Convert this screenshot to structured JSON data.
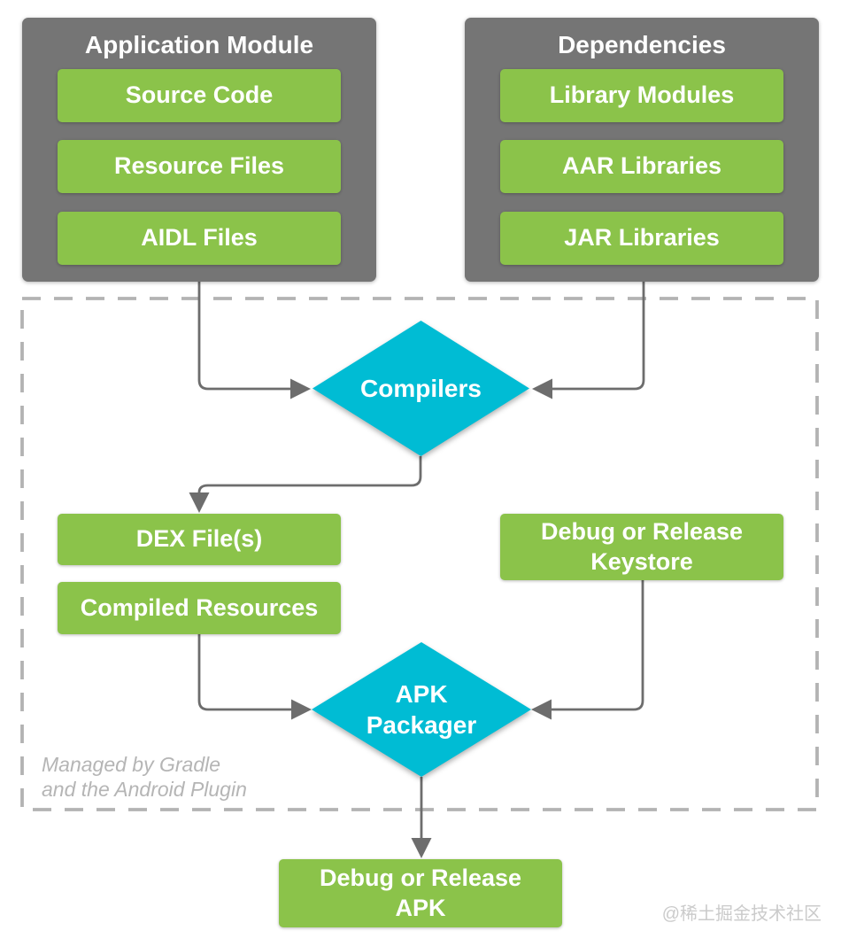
{
  "groups": {
    "app_module": {
      "title": "Application Module",
      "items": [
        "Source Code",
        "Resource Files",
        "AIDL Files"
      ]
    },
    "dependencies": {
      "title": "Dependencies",
      "items": [
        "Library Modules",
        "AAR Libraries",
        "JAR Libraries"
      ]
    }
  },
  "nodes": {
    "compilers": {
      "lines": [
        "Compilers"
      ]
    },
    "dex": {
      "lines": [
        "DEX File(s)"
      ]
    },
    "compiled_resources": {
      "lines": [
        "Compiled Resources"
      ]
    },
    "keystore": {
      "lines": [
        "Debug or Release",
        "Keystore"
      ]
    },
    "apk_packager": {
      "lines": [
        "APK",
        "Packager"
      ]
    },
    "apk": {
      "lines": [
        "Debug or Release",
        "APK"
      ]
    }
  },
  "annotations": {
    "managed_note": {
      "lines": [
        "Managed by Gradle",
        "and the Android Plugin"
      ]
    },
    "watermark": "@稀土掘金技术社区"
  },
  "colors": {
    "node_green": "#8BC34A",
    "group_gray": "#757575",
    "diamond_cyan": "#00BCD4",
    "connector_gray": "#6d6d6d",
    "dashed_border_gray": "#b3b3b3",
    "note_text_gray": "#b5b5b5",
    "watermark_gray": "#cbcbcb",
    "text_white": "#ffffff"
  }
}
